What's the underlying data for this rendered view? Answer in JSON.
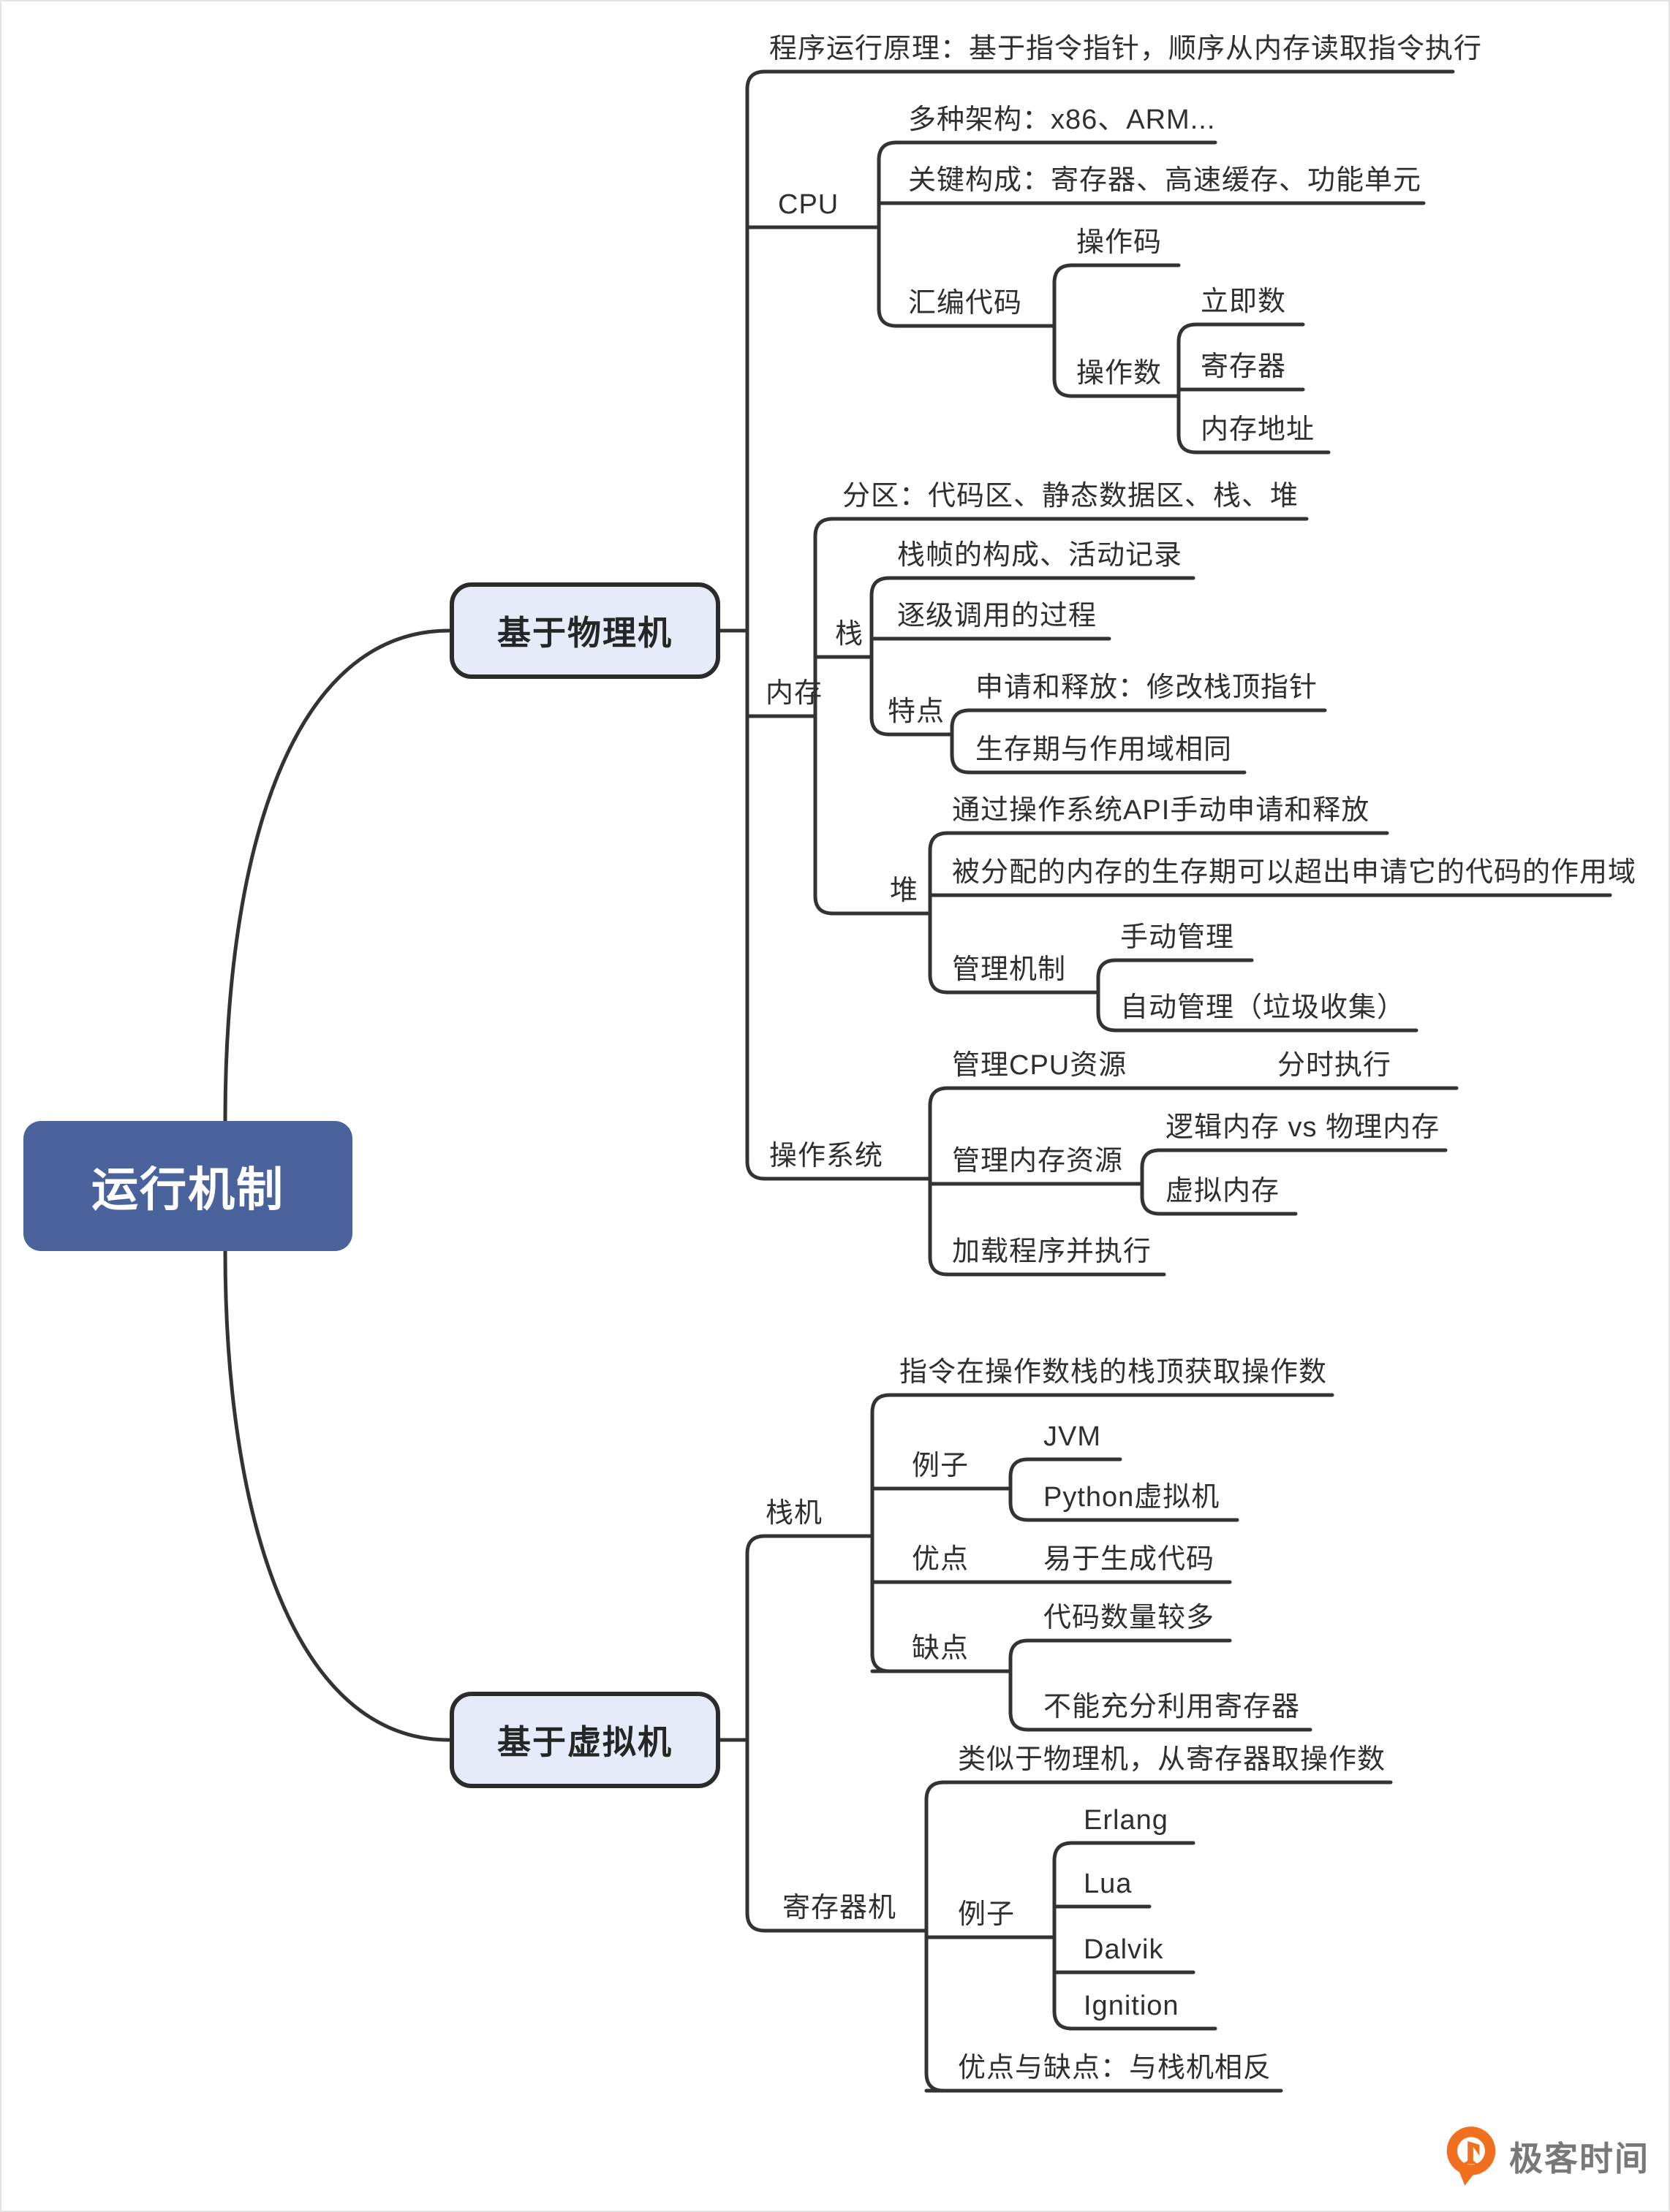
{
  "title": "运行机制思维导图",
  "colors": {
    "root_bg": "#4a639c",
    "root_text": "#ffffff",
    "branch_fill": "#e7ebf9",
    "branch_border": "#2b2b2b",
    "line": "#333333",
    "label_text": "#2f2f2f",
    "logo_orange": "#f1701f",
    "logo_text_gray": "#787878"
  },
  "nodes": {
    "root": "运行机制",
    "physical": "基于物理机",
    "virtual": "基于虚拟机",
    "principle": "程序运行原理：基于指令指针，顺序从内存读取指令执行",
    "cpu": "CPU",
    "arch": "多种架构：x86、ARM...",
    "components": "关键构成：寄存器、高速缓存、功能单元",
    "assembly": "汇编代码",
    "opcode": "操作码",
    "operand": "操作数",
    "immediate": "立即数",
    "register": "寄存器",
    "mem_addr": "内存地址",
    "memory": "内存",
    "partitions": "分区：代码区、静态数据区、栈、堆",
    "stack": "栈",
    "stack_frame": "栈帧的构成、活动记录",
    "call_chain": "逐级调用的过程",
    "features": "特点",
    "alloc_free": "申请和释放：修改栈顶指针",
    "lifetime_scope": "生存期与作用域相同",
    "heap": "堆",
    "os_api": "通过操作系统API手动申请和释放",
    "heap_lifetime": "被分配的内存的生存期可以超出申请它的代码的作用域",
    "mgmt": "管理机制",
    "manual_mgmt": "手动管理",
    "auto_mgmt": "自动管理（垃圾收集）",
    "os": "操作系统",
    "manage_cpu": "管理CPU资源",
    "time_sharing": "分时执行",
    "manage_mem": "管理内存资源",
    "logical_vs_physical": "逻辑内存 vs 物理内存",
    "virtual_mem": "虚拟内存",
    "load_exec": "加载程序并执行",
    "stack_machine": "栈机",
    "stack_top_operand": "指令在操作数栈的栈顶获取操作数",
    "sm_examples": "例子",
    "jvm": "JVM",
    "python_vm": "Python虚拟机",
    "sm_pros": "优点",
    "easy_codegen": "易于生成代码",
    "sm_cons": "缺点",
    "more_code": "代码数量较多",
    "underuse_registers": "不能充分利用寄存器",
    "register_machine": "寄存器机",
    "like_physical": "类似于物理机，从寄存器取操作数",
    "rm_examples": "例子",
    "erlang": "Erlang",
    "lua": "Lua",
    "dalvik": "Dalvik",
    "ignition": "Ignition",
    "rm_pros_cons": "优点与缺点：与栈机相反"
  },
  "logo": {
    "text": "极客时间"
  }
}
